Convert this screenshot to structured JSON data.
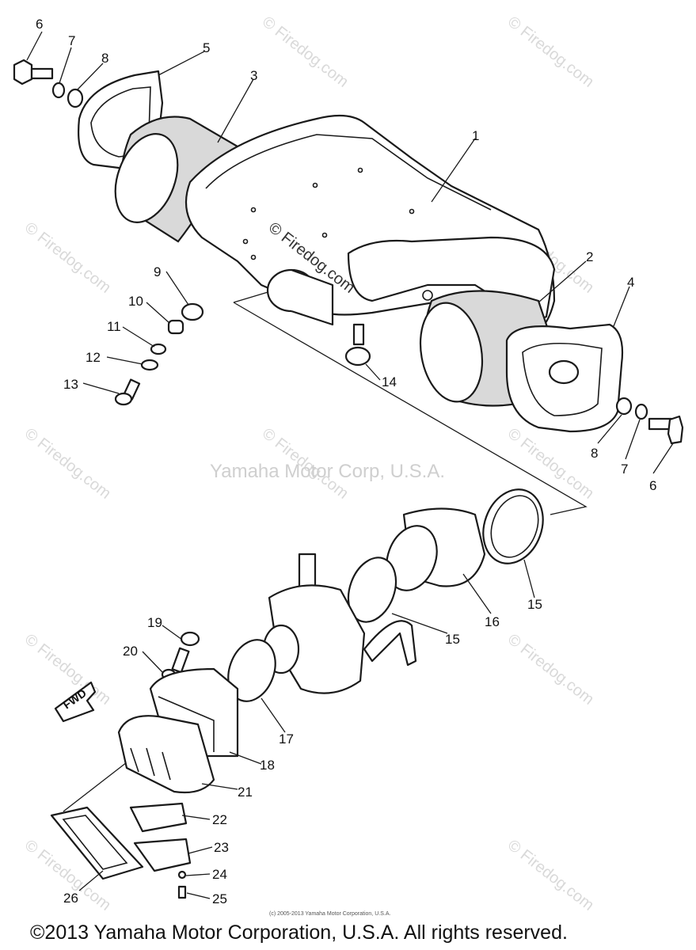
{
  "watermark": {
    "site": "© Firedog.com",
    "center": "Yamaha Motor Corp, U.S.A.",
    "small_copyright": "(c) 2005-2013 Yamaha Motor Corporation, U.S.A."
  },
  "footer": {
    "copyright": "©2013 Yamaha Motor Corporation, U.S.A. All rights reserved."
  },
  "fwd_label": "FWD",
  "callouts": {
    "c6a": "6",
    "c7a": "7",
    "c8a": "8",
    "c5": "5",
    "c3": "3",
    "c1": "1",
    "c2": "2",
    "c4": "4",
    "c9": "9",
    "c10": "10",
    "c11": "11",
    "c12": "12",
    "c13": "13",
    "c14": "14",
    "c8b": "8",
    "c7b": "7",
    "c6b": "6",
    "c15a": "15",
    "c16": "16",
    "c15b": "15",
    "c19": "19",
    "c20": "20",
    "c17": "17",
    "c18": "18",
    "c21": "21",
    "c22": "22",
    "c23": "23",
    "c24": "24",
    "c25": "25",
    "c26": "26"
  }
}
